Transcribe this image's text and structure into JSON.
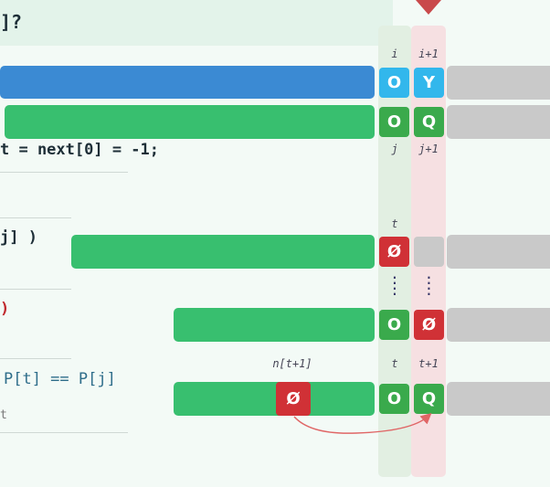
{
  "title_fragment": "]?",
  "labels": {
    "i": "i",
    "i_plus_1": "i+1",
    "j": "j",
    "j_plus_1": "j+1",
    "t": "t",
    "t_plus_1": "t+1",
    "n_t_plus_1": "n[t+1]",
    "colon": ":"
  },
  "cells": {
    "row1_i": "O",
    "row1_i1": "Y",
    "row2_j": "O",
    "row2_j1": "Q",
    "row3_t": "Ø",
    "row4_t": "O",
    "row4_t1": "Ø",
    "row5_mid": "Ø",
    "row5_t": "O",
    "row5_t1": "Q"
  },
  "code": {
    "line1": "t = next[0] = -1;",
    "line2": "j] )",
    "line3": ")",
    "line4": "P[t] == P[j]",
    "line5": "t"
  },
  "colors": {
    "blue_bar": "#3b8ad3",
    "green_bar": "#38bf6f",
    "cell_blue": "#32b7ec",
    "cell_green": "#3aaa4c",
    "cell_red": "#d03136",
    "grey": "#c9c9c9",
    "arrow_red": "#c9494b",
    "curve_red": "#e06666"
  }
}
